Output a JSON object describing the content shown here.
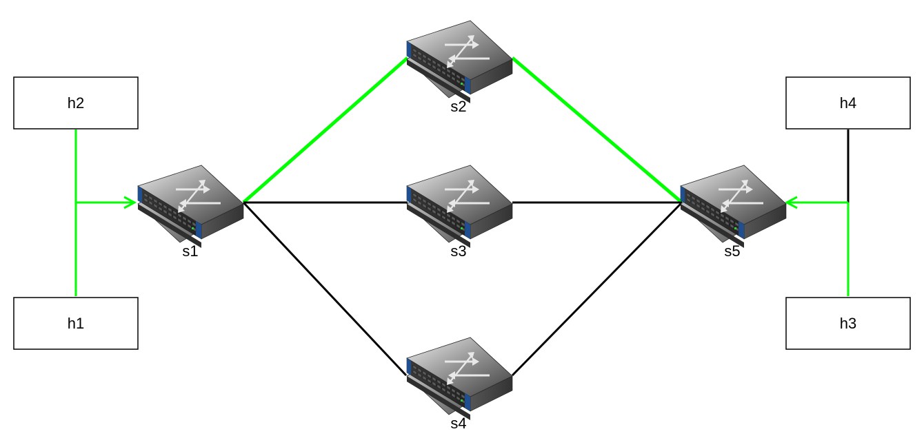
{
  "colors": {
    "active_link": "#00ff00",
    "inactive_link": "#000000",
    "switch_body": "#3a3a3a",
    "switch_accent": "#1f4f8f",
    "background": "#ffffff"
  },
  "hosts": {
    "h1": {
      "label": "h1"
    },
    "h2": {
      "label": "h2"
    },
    "h3": {
      "label": "h3"
    },
    "h4": {
      "label": "h4"
    }
  },
  "switches": {
    "s1": {
      "label": "s1",
      "icon": "network-switch-icon"
    },
    "s2": {
      "label": "s2",
      "icon": "network-switch-icon"
    },
    "s3": {
      "label": "s3",
      "icon": "network-switch-icon"
    },
    "s4": {
      "label": "s4",
      "icon": "network-switch-icon"
    },
    "s5": {
      "label": "s5",
      "icon": "network-switch-icon"
    }
  },
  "links": [
    {
      "from": "h2",
      "to": "s1",
      "active": true
    },
    {
      "from": "h1",
      "to": "s1",
      "active": true
    },
    {
      "from": "s1",
      "to": "s2",
      "active": true
    },
    {
      "from": "s2",
      "to": "s5",
      "active": true
    },
    {
      "from": "s1",
      "to": "s3",
      "active": false
    },
    {
      "from": "s3",
      "to": "s5",
      "active": false
    },
    {
      "from": "s1",
      "to": "s4",
      "active": false
    },
    {
      "from": "s4",
      "to": "s5",
      "active": false
    },
    {
      "from": "h4",
      "to": "s5",
      "active": false
    },
    {
      "from": "h3",
      "to": "s5",
      "active": true
    }
  ]
}
